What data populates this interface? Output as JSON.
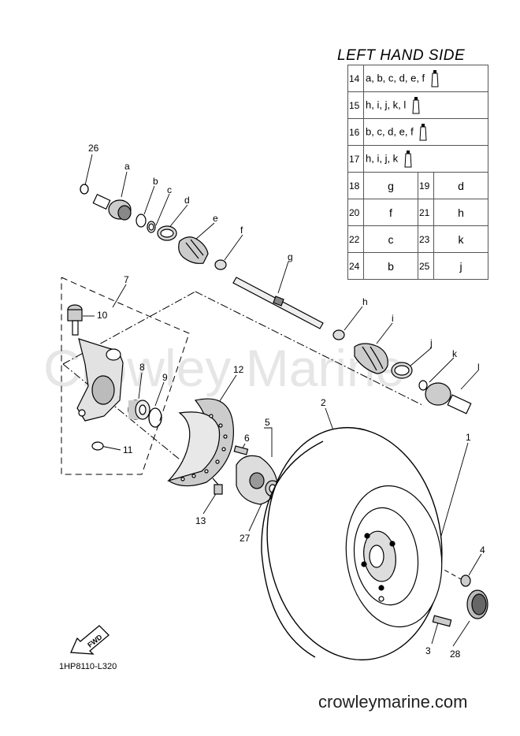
{
  "heading": "LEFT HAND SIDE",
  "legend_rows": [
    {
      "num": "14",
      "text": "a, b, c, d, e, f",
      "icon": "grease-tube-icon"
    },
    {
      "num": "15",
      "text": "h, i, j, k, l",
      "icon": "grease-tube-icon"
    },
    {
      "num": "16",
      "text": "b, c, d, e, f",
      "icon": "grease-tube-icon"
    },
    {
      "num": "17",
      "text": "h, i, j, k",
      "icon": "grease-tube-icon"
    }
  ],
  "legend_pairs": [
    {
      "n1": "18",
      "v1": "g",
      "n2": "19",
      "v2": "d"
    },
    {
      "n1": "20",
      "v1": "f",
      "n2": "21",
      "v2": "h"
    },
    {
      "n1": "22",
      "v1": "c",
      "n2": "23",
      "v2": "k"
    },
    {
      "n1": "24",
      "v1": "b",
      "n2": "25",
      "v2": "j"
    }
  ],
  "callouts": {
    "c26": "26",
    "ca": "a",
    "cb": "b",
    "cc": "c",
    "cd": "d",
    "ce": "e",
    "cf": "f",
    "cg": "g",
    "ch": "h",
    "ci": "i",
    "cj": "j",
    "ck": "k",
    "cl": "l",
    "c7": "7",
    "c10": "10",
    "c8": "8",
    "c9": "9",
    "c11": "11",
    "c12": "12",
    "c5": "5",
    "c6": "6",
    "c13": "13",
    "c27": "27",
    "c2": "2",
    "c1": "1",
    "c4": "4",
    "c3": "3",
    "c28": "28"
  },
  "fwd_label": "FWD",
  "diagram_code": "1HP8110-L320",
  "watermark": "Crowley Marine",
  "website": "crowleymarine.com"
}
